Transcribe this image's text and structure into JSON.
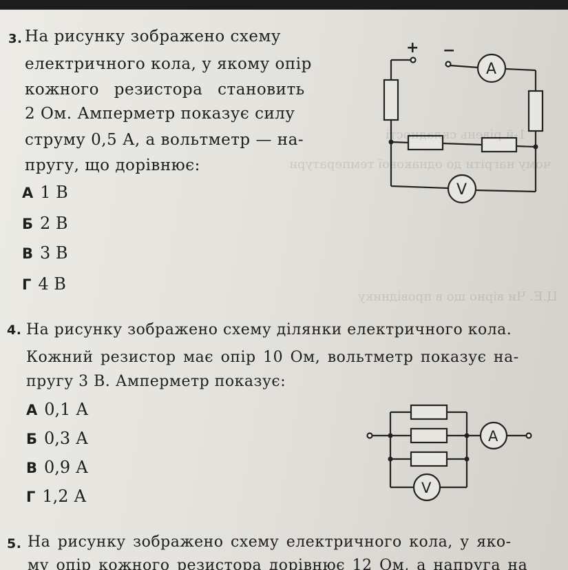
{
  "q3": {
    "number": "3.",
    "lines": [
      "На рисунку зображено схему",
      "електричного кола, у якому опір",
      "кожного резистора становить",
      "2 Ом. Амперметр показує силу",
      "струму 0,5 А, а вольтметр — на-",
      "пругу, що дорівнює:"
    ],
    "options": [
      {
        "letter": "А",
        "text": "1 В"
      },
      {
        "letter": "Б",
        "text": "2 В"
      },
      {
        "letter": "В",
        "text": "3 В"
      },
      {
        "letter": "Г",
        "text": "4 В"
      }
    ],
    "diagram": {
      "plus": "+",
      "minus": "−",
      "ammeter": "A",
      "voltmeter": "V"
    }
  },
  "q4": {
    "number": "4.",
    "lines": [
      "На рисунку зображено схему ділянки електричного кола.",
      "Кожний резистор має опір 10 Ом, вольтметр показує на-",
      "пругу 3 В. Амперметр показує:"
    ],
    "options": [
      {
        "letter": "А",
        "text": "0,1 А"
      },
      {
        "letter": "Б",
        "text": "0,3 А"
      },
      {
        "letter": "В",
        "text": "0,9 А"
      },
      {
        "letter": "Г",
        "text": "1,2 А"
      }
    ],
    "diagram": {
      "ammeter": "A",
      "voltmeter": "V"
    }
  },
  "q5": {
    "number": "5.",
    "lines": [
      "На рисунку зображено схему електричного кола, у яко-",
      "му опір кожного резистора дорівнює 12 Ом, а напруга на"
    ]
  }
}
